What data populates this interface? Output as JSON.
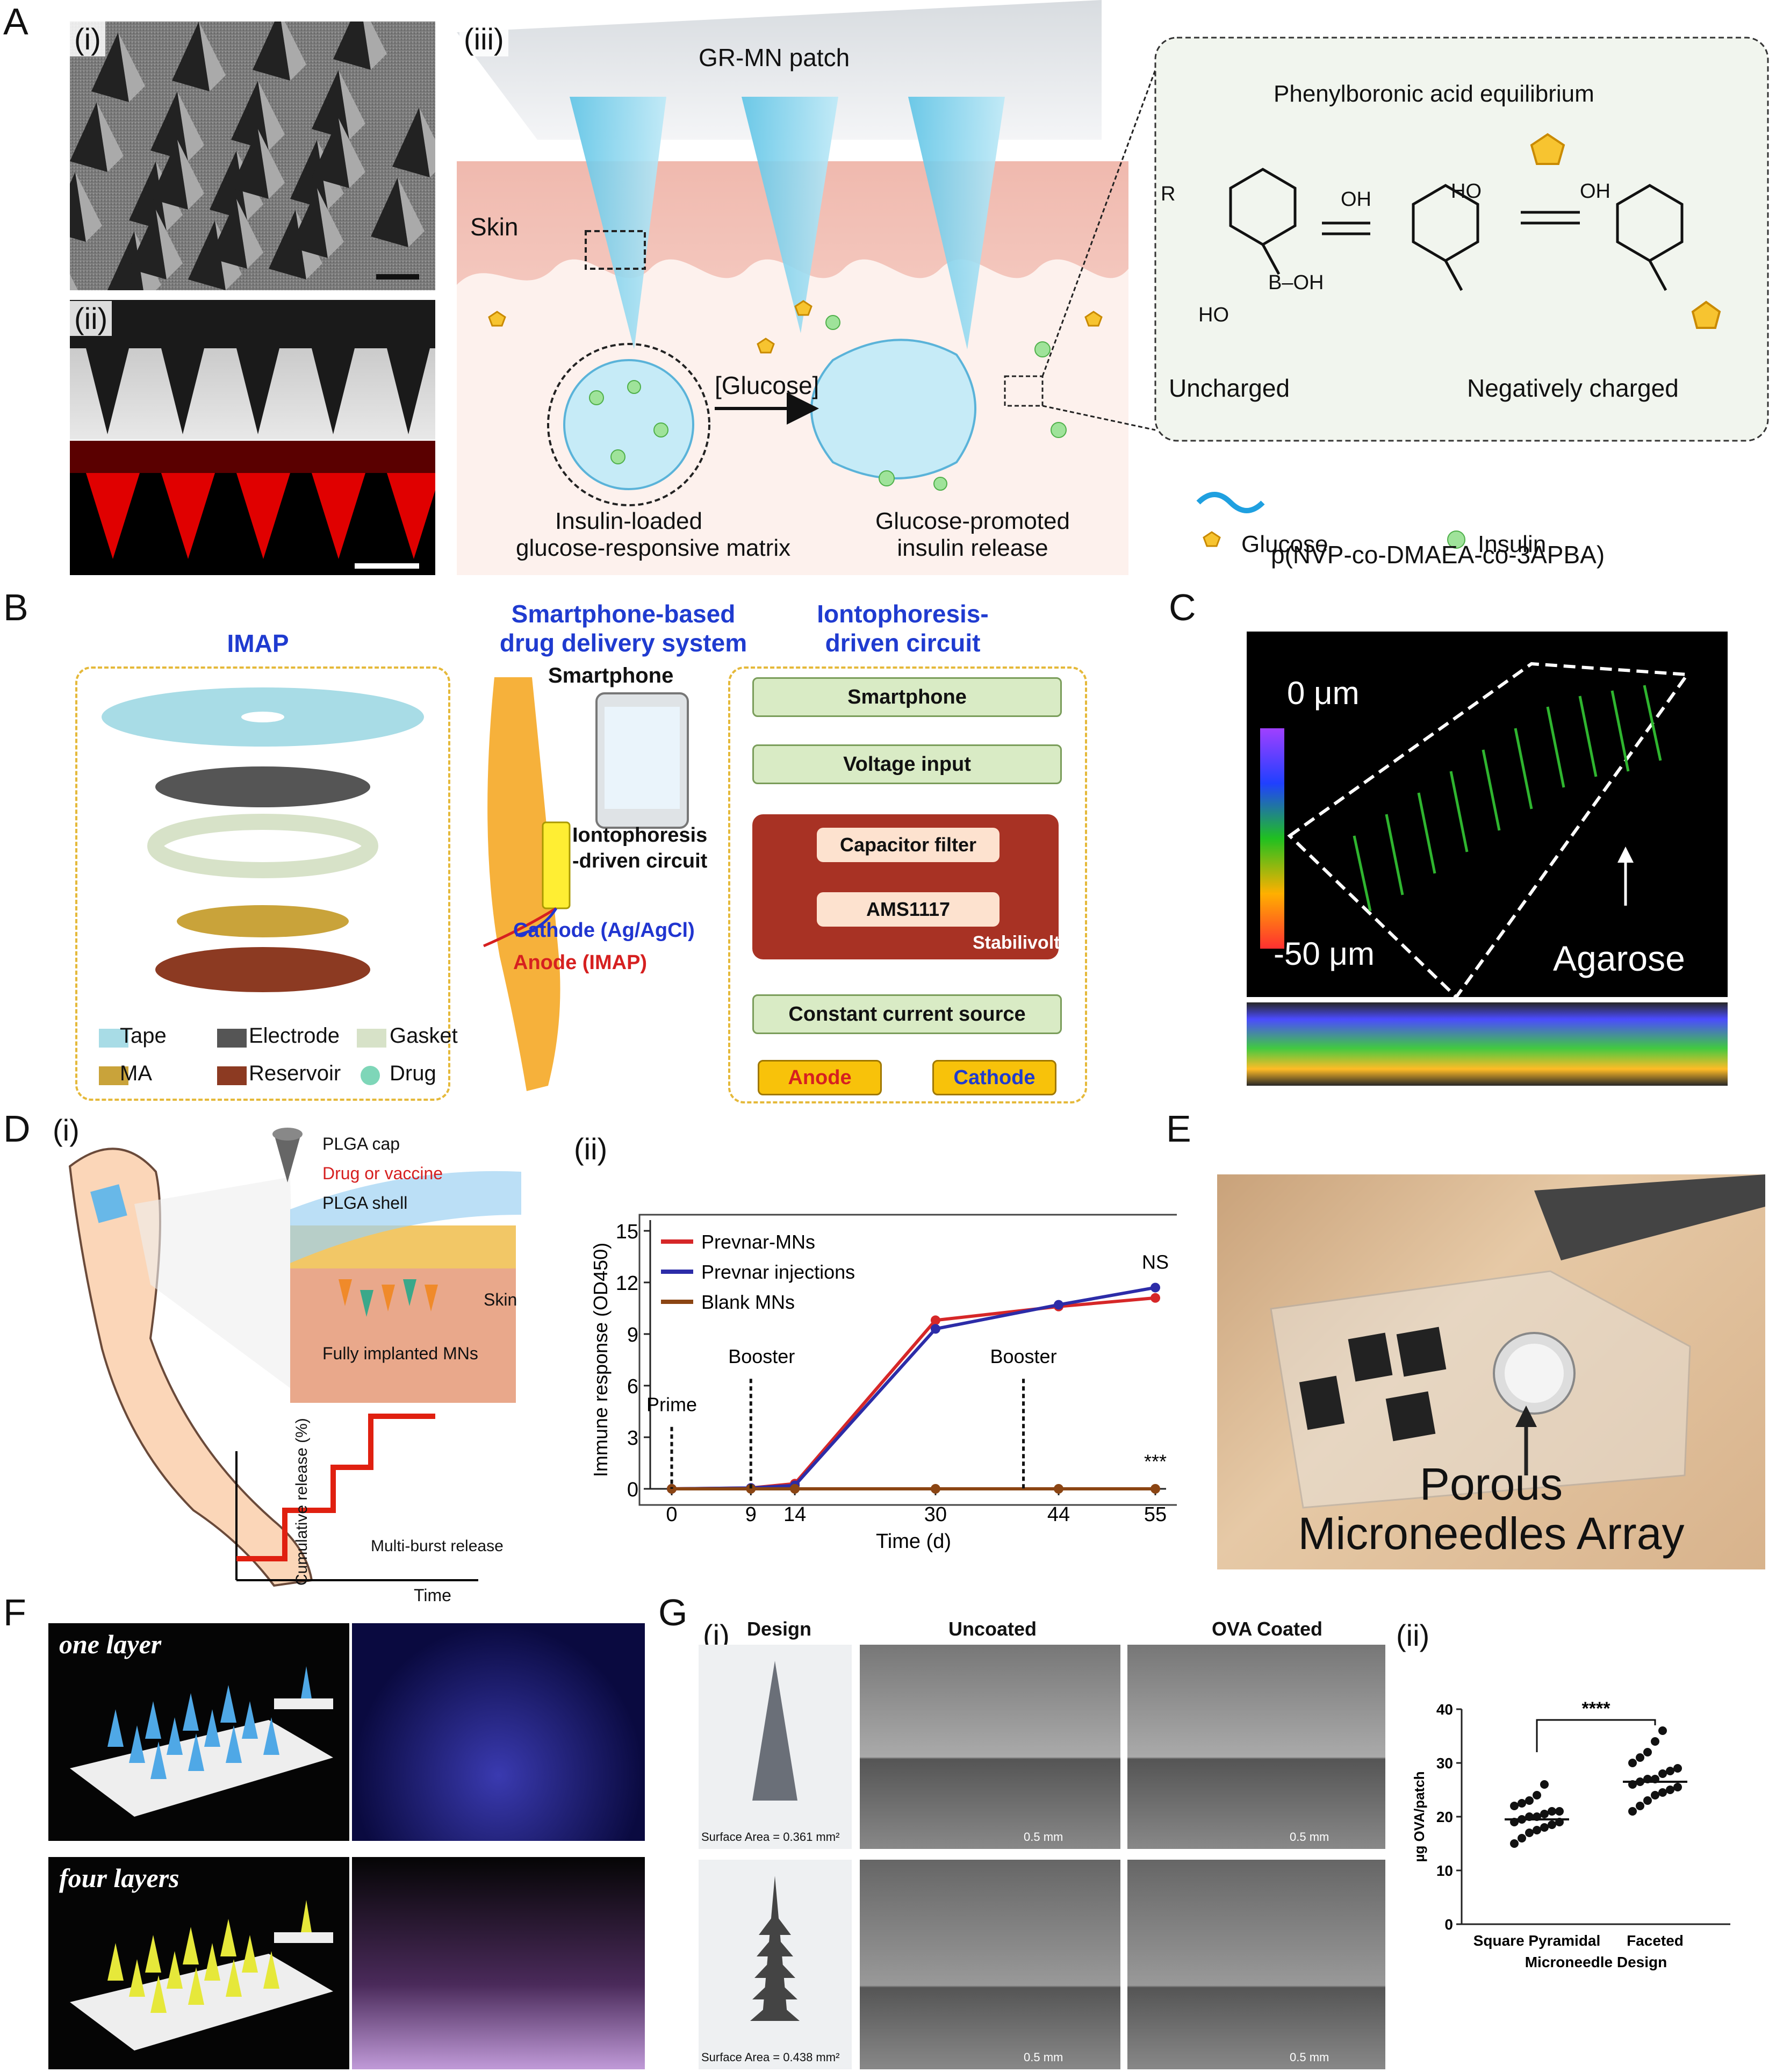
{
  "panels": {
    "A": {
      "label": "A",
      "i": "(i)",
      "ii": "(ii)",
      "iii": "(iii)",
      "patch": "GR-MN patch",
      "skin": "Skin",
      "glucose_arrow": "[Glucose]",
      "matrix_left": "Insulin-loaded",
      "matrix_left2": "glucose-responsive matrix",
      "matrix_right": "Glucose-promoted",
      "matrix_right2": "insulin release",
      "pba_title": "Phenylboronic acid equilibrium",
      "uncharged": "Uncharged",
      "neg_charged": "Negatively charged",
      "polymer": "p(NVP-co-DMAEA-co-3APBA)",
      "glucose": "Glucose",
      "insulin": "Insulin",
      "chem": {
        "r": "R",
        "oh_minus": "OH",
        "b_oh": "B–OH",
        "ho": "HO",
        "oh": "OH"
      }
    },
    "B": {
      "label": "B",
      "imap": "IMAP",
      "system_title_1": "Smartphone-based",
      "system_title_2": "drug delivery system",
      "smartphone": "Smartphone",
      "ionto_circuit_1": "Iontophoresis",
      "ionto_circuit_2": "-driven circuit",
      "cathode_label": "Cathode (Ag/AgCl)",
      "anode_label": "Anode (IMAP)",
      "circuit_title_1": "Iontophoresis-",
      "circuit_title_2": "driven circuit",
      "flow": [
        "Smartphone",
        "Voltage input"
      ],
      "cap_filter": "Capacitor filter",
      "ams": "AMS1117",
      "stabilivolt": "Stabilivolt",
      "ccs": "Constant current source",
      "anode": "Anode",
      "cathode": "Cathode",
      "legend": [
        "Tape",
        "Electrode",
        "Gasket",
        "MA",
        "Reservoir",
        "Drug"
      ]
    },
    "C": {
      "label": "C",
      "top": "0 μm",
      "bottom": "-50 μm",
      "agarose": "Agarose"
    },
    "D": {
      "label": "D",
      "i": "(i)",
      "ii": "(ii)",
      "plga_cap": "PLGA cap",
      "drug": "Drug or vaccine",
      "plga_shell": "PLGA shell",
      "skin": "Skin",
      "implanted": "Fully implanted MNs",
      "cum_release": "Cumulative release (%)",
      "multi_burst": "Multi-burst release",
      "time": "Time"
    },
    "E": {
      "label": "E",
      "caption_1": "Porous",
      "caption_2": "Microneedles Array"
    },
    "F": {
      "label": "F",
      "one_layer": "one layer",
      "four_layers": "four layers"
    },
    "G": {
      "label": "G",
      "i": "(i)",
      "ii": "(ii)",
      "design": "Design",
      "uncoated": "Uncoated",
      "ova_coated": "OVA Coated",
      "sa1": "Surface Area = 0.361 mm²",
      "sa2": "Surface Area = 0.438 mm²",
      "scale": "0.5 mm"
    }
  },
  "chart_data": [
    {
      "type": "line",
      "title": "",
      "xlabel": "Time (d)",
      "ylabel": "Immune response (OD450)",
      "x": [
        0,
        9,
        14,
        30,
        44,
        55
      ],
      "xlim": [
        0,
        55
      ],
      "ylim": [
        0,
        15
      ],
      "yticks": [
        0,
        3,
        6,
        9,
        12,
        15
      ],
      "series": [
        {
          "name": "Prevnar-MNs",
          "color": "#d62728",
          "values": [
            0,
            0.05,
            0.3,
            9.8,
            10.6,
            11.1
          ]
        },
        {
          "name": "Prevnar injections",
          "color": "#2c2ca8",
          "values": [
            0,
            0.05,
            0.2,
            9.3,
            10.7,
            11.7
          ]
        },
        {
          "name": "Blank MNs",
          "color": "#8b4513",
          "values": [
            0,
            0,
            0,
            0,
            0,
            0
          ]
        }
      ],
      "annotations": [
        {
          "text": "Prime",
          "x": 0
        },
        {
          "text": "Booster",
          "x": 9
        },
        {
          "text": "Booster",
          "x": 40
        },
        {
          "text": "NS",
          "x": 55
        },
        {
          "text": "***",
          "x": 55
        }
      ]
    },
    {
      "type": "scatter",
      "title": "",
      "xlabel": "Microneedle Design",
      "ylabel": "µg OVA/patch",
      "categories": [
        "Square Pyramidal",
        "Faceted"
      ],
      "ylim": [
        0,
        40
      ],
      "yticks": [
        0,
        10,
        20,
        30,
        40
      ],
      "series": [
        {
          "name": "Square Pyramidal",
          "values": [
            15,
            16,
            17,
            17.5,
            18,
            18.5,
            19,
            19,
            19.5,
            20,
            20,
            20.5,
            21,
            21,
            22,
            22.5,
            23,
            24,
            26
          ],
          "mean": 19.5
        },
        {
          "name": "Faceted",
          "values": [
            21,
            22,
            23,
            24,
            24.5,
            25,
            25.5,
            26,
            26.5,
            27,
            27,
            28,
            28.5,
            29,
            30,
            31,
            32,
            34,
            36
          ],
          "mean": 26.5
        }
      ],
      "significance": "****"
    }
  ]
}
